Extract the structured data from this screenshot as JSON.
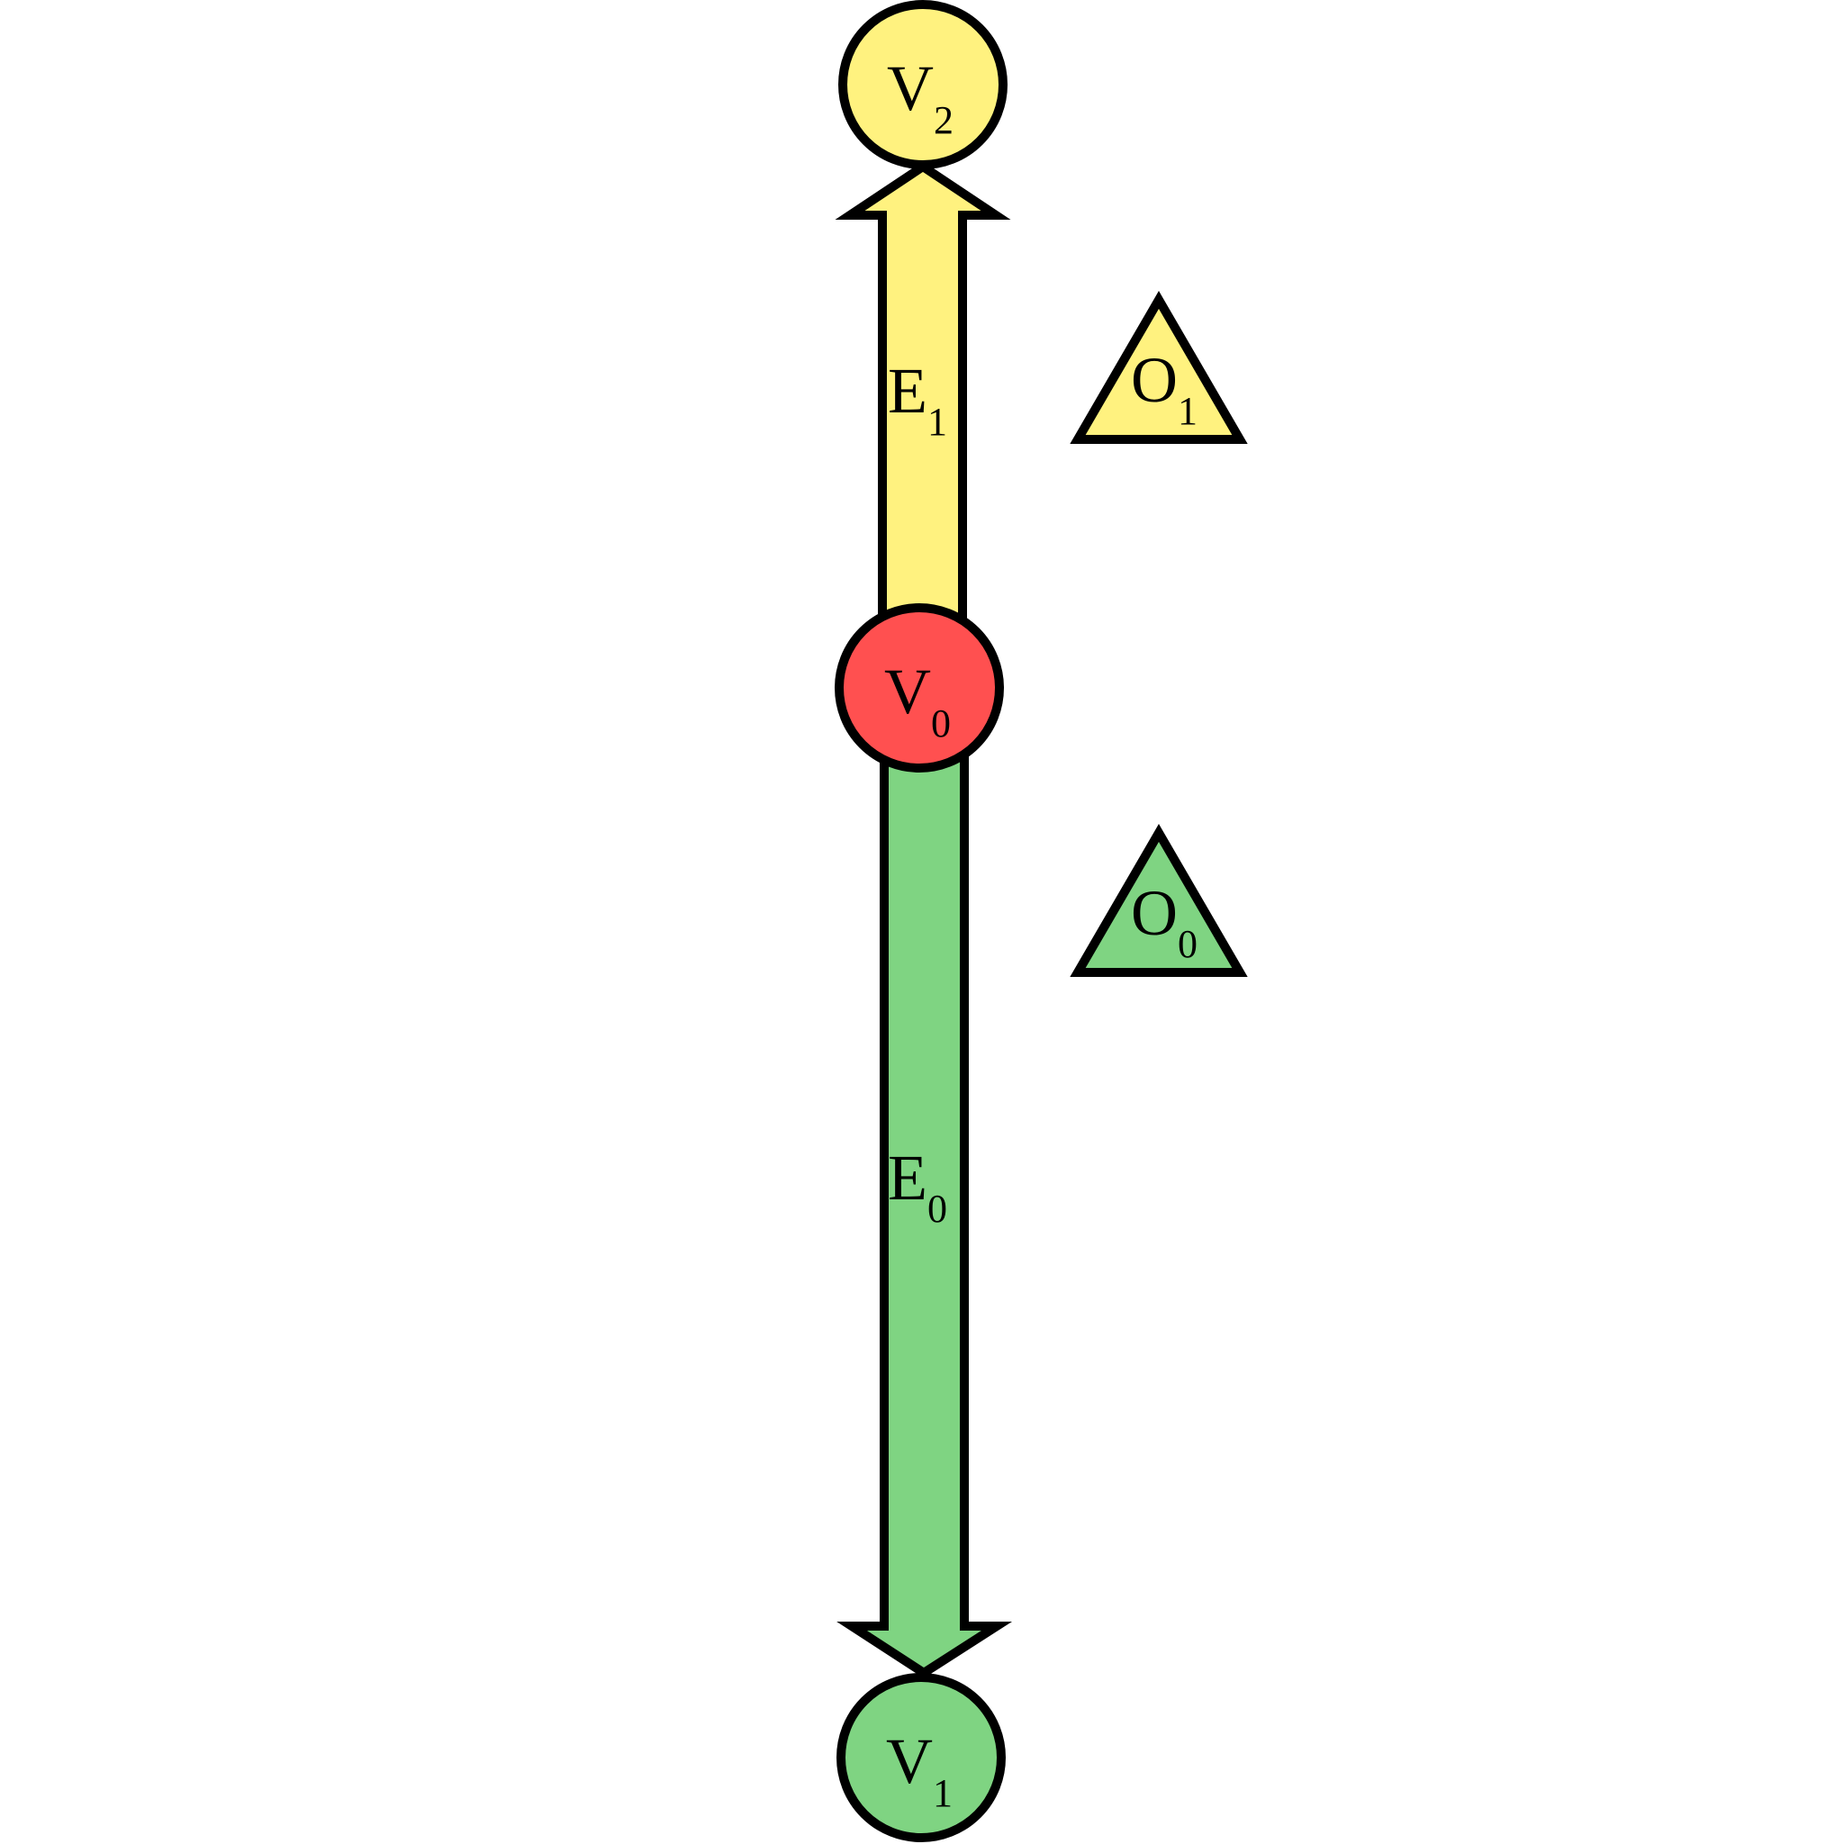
{
  "colors": {
    "yellow": "#FFF27F",
    "red": "#FF5050",
    "green": "#7FD482",
    "stroke": "#000000"
  },
  "vertices": [
    {
      "id": "V0",
      "main": "V",
      "sub": "0",
      "color": "#FF5050"
    },
    {
      "id": "V1",
      "main": "V",
      "sub": "1",
      "color": "#7FD482"
    },
    {
      "id": "V2",
      "main": "V",
      "sub": "2",
      "color": "#FFF27F"
    }
  ],
  "edges": [
    {
      "id": "E0",
      "main": "E",
      "sub": "0",
      "from": "V0",
      "to": "V1",
      "color": "#7FD482"
    },
    {
      "id": "E1",
      "main": "E",
      "sub": "1",
      "from": "V0",
      "to": "V2",
      "color": "#FFF27F"
    }
  ],
  "objects": [
    {
      "id": "O0",
      "main": "O",
      "sub": "0",
      "color": "#7FD482"
    },
    {
      "id": "O1",
      "main": "O",
      "sub": "1",
      "color": "#FFF27F"
    }
  ]
}
